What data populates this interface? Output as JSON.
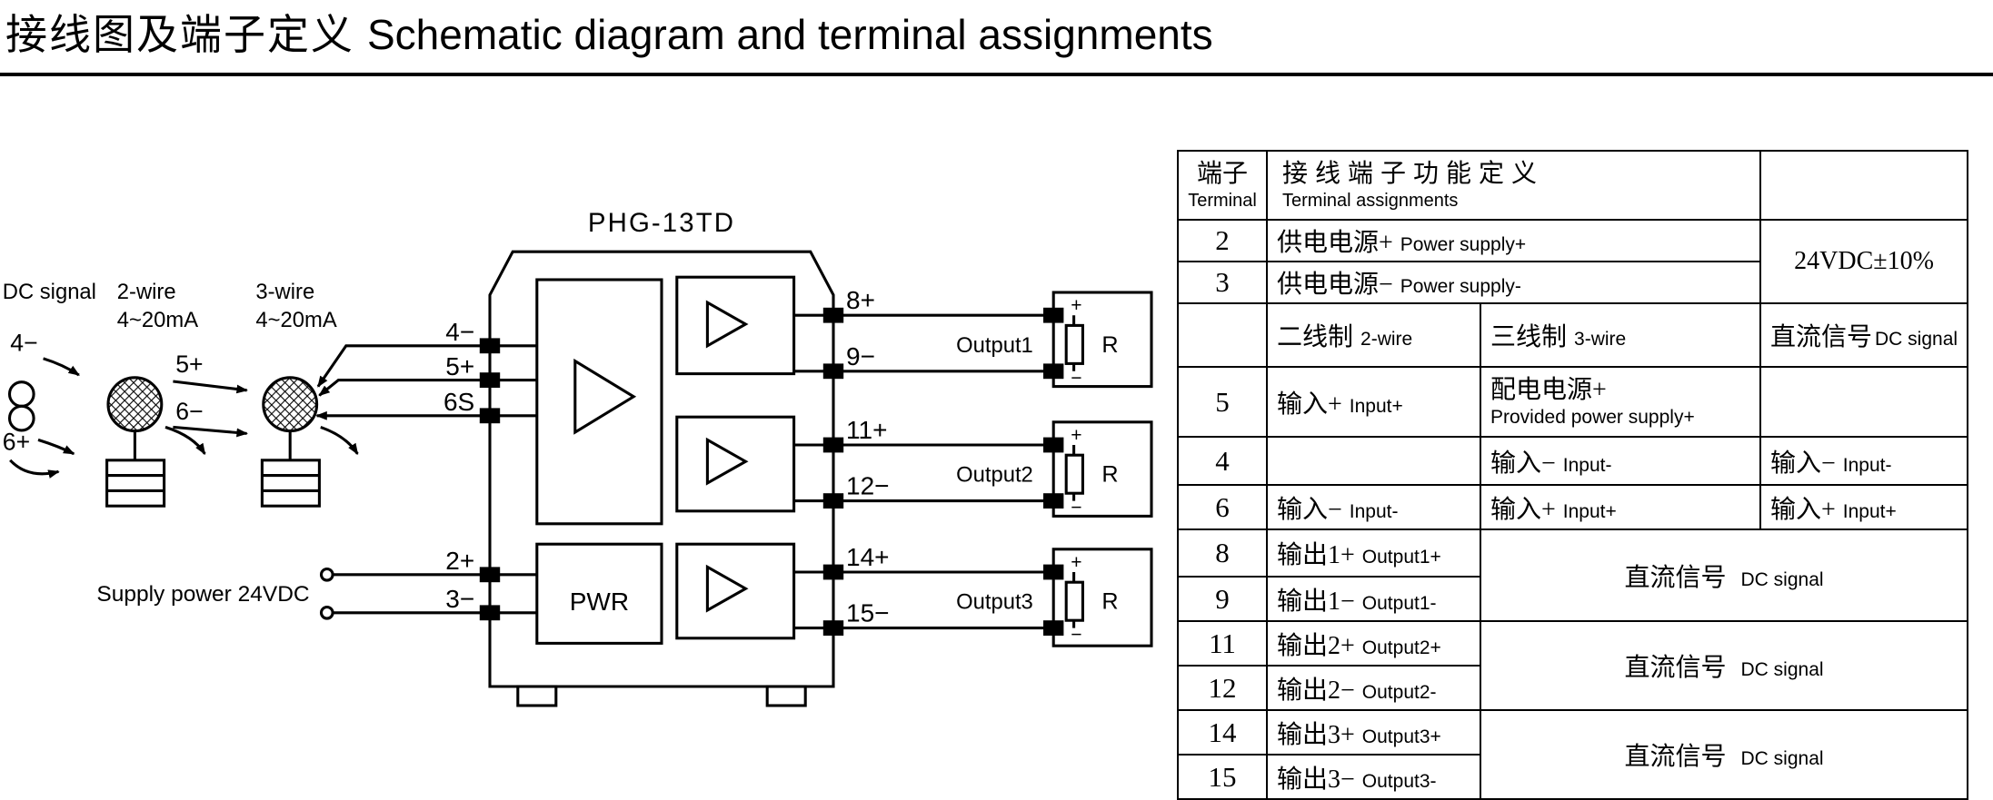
{
  "colors": {
    "ink": "#000000",
    "background": "#ffffff"
  },
  "title": {
    "cn": "接线图及端子定义",
    "en": "Schematic diagram and terminal assignments"
  },
  "schematic": {
    "device_label": "PHG-13TD",
    "pwr": "PWR",
    "dc_signal_label": "DC signal",
    "wire2_label": "2-wire",
    "wire2_range": "4~20mA",
    "wire3_label": "3-wire",
    "wire3_range": "4~20mA",
    "supply_label": "Supply power 24VDC",
    "src_top": "4−",
    "src_bottom": "6+",
    "arrow_top": "5+",
    "arrow_bottom": "6−",
    "pin4": "4−",
    "pin5": "5+",
    "pin6": "6S",
    "pin2": "2+",
    "pin3": "3−",
    "pin8": "8+",
    "pin9": "9−",
    "pin11": "11+",
    "pin12": "12−",
    "pin14": "14+",
    "pin15": "15−",
    "out1": "Output1",
    "out2": "Output2",
    "out3": "Output3",
    "r": "R",
    "plus": "+",
    "minus": "−"
  },
  "table": {
    "header": {
      "terminal_cn": "端子",
      "terminal_en": "Terminal",
      "func_cn": "接线端子功能定义",
      "func_en": "Terminal assignments"
    },
    "spec": "24VDC±10%",
    "r2": {
      "num": "2",
      "cn": "供电电源+",
      "en": "Power supply+"
    },
    "r3": {
      "num": "3",
      "cn": "供电电源−",
      "en": "Power supply-"
    },
    "rw": {
      "c1_cn": "二线制",
      "c1_en": "2-wire",
      "c2_cn": "三线制",
      "c2_en": "3-wire",
      "c3_cn": "直流信号",
      "c3_en": "DC signal"
    },
    "r5": {
      "num": "5",
      "c1_cn": "输入+",
      "c1_en": "Input+",
      "c2_cn": "配电电源+",
      "c2_en": "Provided power supply+"
    },
    "r4": {
      "num": "4",
      "c2_cn": "输入−",
      "c2_en": "Input-",
      "c3_cn": "输入−",
      "c3_en": "Input-"
    },
    "r6": {
      "num": "6",
      "c1_cn": "输入−",
      "c1_en": "Input-",
      "c2_cn": "输入+",
      "c2_en": "Input+",
      "c3_cn": "输入+",
      "c3_en": "Input+"
    },
    "r8": {
      "num": "8",
      "cn": "输出1+",
      "en": "Output1+"
    },
    "r9": {
      "num": "9",
      "cn": "输出1−",
      "en": "Output1-"
    },
    "r11": {
      "num": "11",
      "cn": "输出2+",
      "en": "Output2+"
    },
    "r12": {
      "num": "12",
      "cn": "输出2−",
      "en": "Output2-"
    },
    "r14": {
      "num": "14",
      "cn": "输出3+",
      "en": "Output3+"
    },
    "r15": {
      "num": "15",
      "cn": "输出3−",
      "en": "Output3-"
    },
    "dc1": {
      "cn": "直流信号",
      "en": "DC signal"
    },
    "dc2": {
      "cn": "直流信号",
      "en": "DC signal"
    },
    "dc3": {
      "cn": "直流信号",
      "en": "DC signal"
    }
  }
}
